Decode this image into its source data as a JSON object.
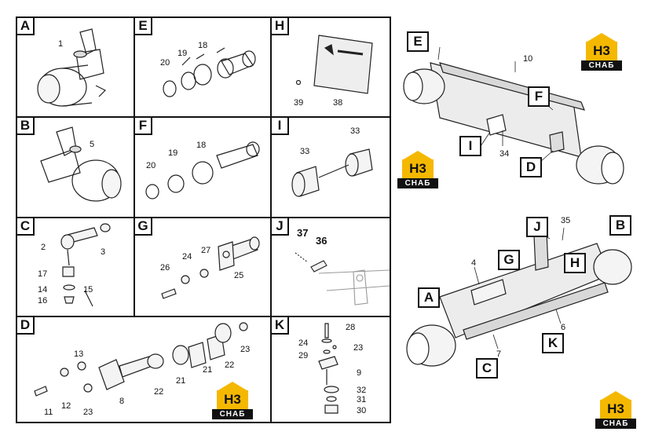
{
  "panels": {
    "A": {
      "tag": "A",
      "labels": [
        "1"
      ]
    },
    "B": {
      "tag": "B",
      "labels": [
        "5"
      ]
    },
    "C": {
      "tag": "C",
      "labels": [
        "2",
        "3",
        "17",
        "14",
        "15",
        "16"
      ]
    },
    "D": {
      "tag": "D",
      "labels": [
        "13",
        "11",
        "12",
        "23",
        "8",
        "22",
        "21",
        "21",
        "22",
        "23"
      ]
    },
    "E": {
      "tag": "E",
      "labels": [
        "20",
        "19",
        "18"
      ]
    },
    "F": {
      "tag": "F",
      "labels": [
        "20",
        "19",
        "18"
      ]
    },
    "G": {
      "tag": "G",
      "labels": [
        "26",
        "24",
        "27",
        "25"
      ]
    },
    "H": {
      "tag": "H",
      "labels": [
        "39",
        "38"
      ]
    },
    "I": {
      "tag": "I",
      "labels": [
        "33",
        "33"
      ]
    },
    "J": {
      "tag": "J",
      "labels": [
        "37",
        "36"
      ]
    },
    "K": {
      "tag": "K",
      "labels": [
        "28",
        "24",
        "23",
        "29",
        "9",
        "32",
        "31",
        "30"
      ]
    }
  },
  "overview_top": {
    "callouts": [
      "E",
      "F",
      "I",
      "D"
    ],
    "labels": [
      "10",
      "34"
    ]
  },
  "overview_bottom": {
    "callouts": [
      "J",
      "B",
      "G",
      "H",
      "A",
      "K",
      "C"
    ],
    "labels": [
      "35",
      "4",
      "6",
      "7"
    ]
  },
  "logo": {
    "mark": "Н3",
    "text": "СНАБ",
    "color": "#f5b800"
  }
}
